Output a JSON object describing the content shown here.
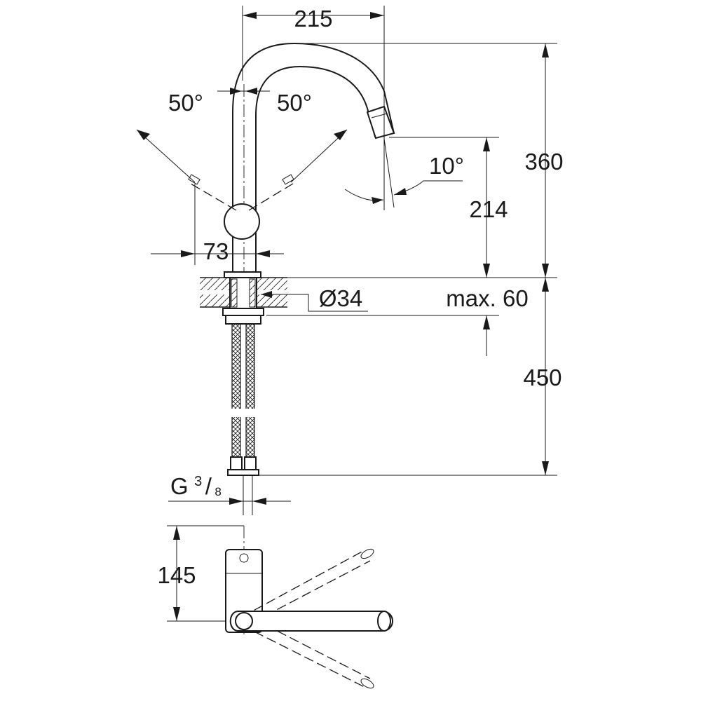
{
  "dimensions": {
    "spout_reach": "215",
    "swivel_left": "50°",
    "swivel_right": "50°",
    "spray_angle": "10°",
    "total_height": "360",
    "spout_height": "214",
    "lever_offset": "73",
    "hole_diameter": "Ø34",
    "max_thickness_prefix": "max.",
    "max_thickness_value": "60",
    "hose_length": "450",
    "connection_thread_prefix": "G",
    "connection_thread_num": "3",
    "connection_thread_slash": "/",
    "connection_thread_den": "8",
    "plan_depth": "145"
  }
}
